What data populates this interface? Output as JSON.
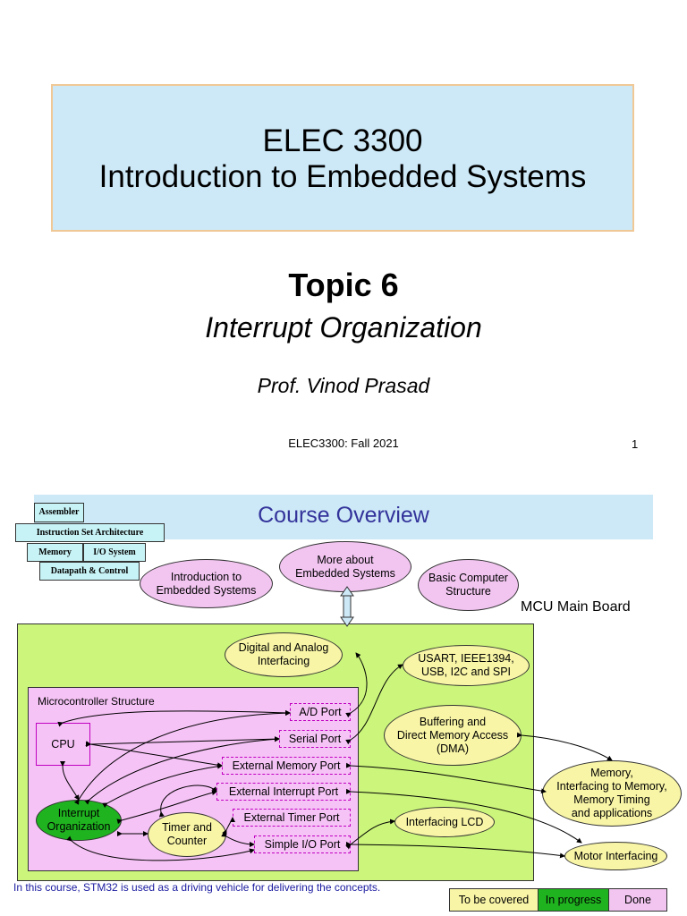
{
  "slide1": {
    "course_code": "ELEC 3300",
    "course_name": "Introduction to Embedded Systems",
    "topic": "Topic 6",
    "topic_title": "Interrupt Organization",
    "professor": "Prof. Vinod Prasad",
    "footer": "ELEC3300: Fall 2021",
    "page_number": "1"
  },
  "slide2": {
    "title": "Course Overview",
    "stack": {
      "assembler": "Assembler",
      "isa": "Instruction Set Architecture",
      "memory": "Memory",
      "io_system": "I/O System",
      "datapath": "Datapath & Control"
    },
    "bubbles": {
      "intro": "Introduction to\nEmbedded Systems",
      "more": "More about\nEmbedded Systems",
      "basic": "Basic Computer\nStructure"
    },
    "board_label": "MCU Main Board",
    "topics": {
      "digital_analog": "Digital and Analog\nInterfacing",
      "usart": "USART, IEEE1394,\nUSB, I2C and SPI",
      "dma": "Buffering and\nDirect Memory Access\n(DMA)",
      "memory_timing": "Memory,\nInterfacing to Memory,\nMemory Timing\nand applications",
      "lcd": "Interfacing LCD",
      "motor": "Motor Interfacing",
      "interrupt": "Interrupt\nOrganization",
      "timer": "Timer and\nCounter"
    },
    "mcu": {
      "label": "Microcontroller Structure",
      "cpu": "CPU",
      "ports": {
        "ad": "A/D Port",
        "serial": "Serial Port",
        "ext_memory": "External Memory Port",
        "ext_interrupt": "External Interrupt Port",
        "ext_timer": "External Timer Port",
        "simple_io": "Simple I/O Port"
      }
    },
    "note": "In this course, STM32 is used as a driving vehicle for delivering the concepts.",
    "legend": {
      "to_be_covered": "To be covered",
      "in_progress": "In progress",
      "done": "Done"
    },
    "colors": {
      "to_be_covered": "#f8f5a6",
      "in_progress": "#1fb41f",
      "done": "#f2c5f1"
    }
  }
}
